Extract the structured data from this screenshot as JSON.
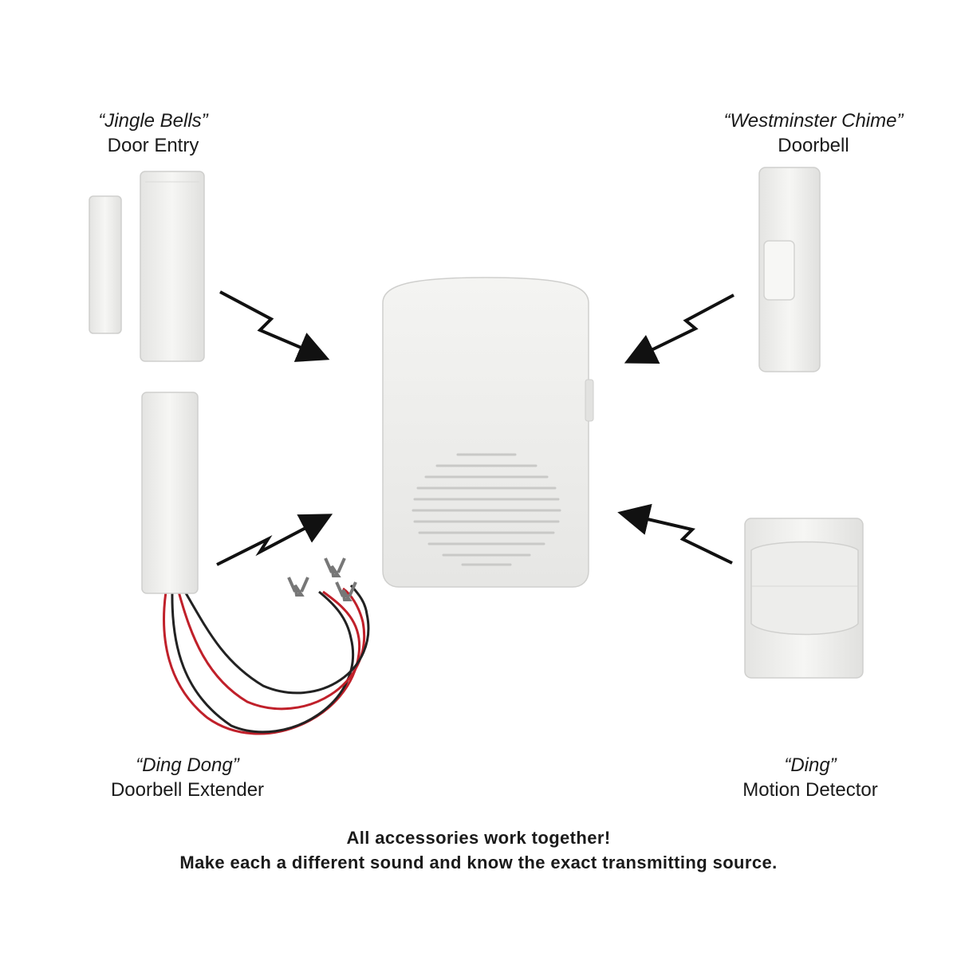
{
  "accessories": {
    "door_entry": {
      "song": "“Jingle Bells”",
      "name": "Door Entry"
    },
    "doorbell": {
      "song": "“Westminster Chime”",
      "name": "Doorbell"
    },
    "doorbell_extender": {
      "song": "“Ding Dong”",
      "name": "Doorbell Extender"
    },
    "motion_detector": {
      "song": "“Ding”",
      "name": "Motion Detector"
    }
  },
  "footer": {
    "line1": "All accessories work together!",
    "line2": "Make each a different sound and know the exact transmitting source."
  },
  "colors": {
    "device_white": "#f2f2f0",
    "wire_red": "#c0202a",
    "wire_black": "#222222",
    "arrow": "#111111"
  }
}
